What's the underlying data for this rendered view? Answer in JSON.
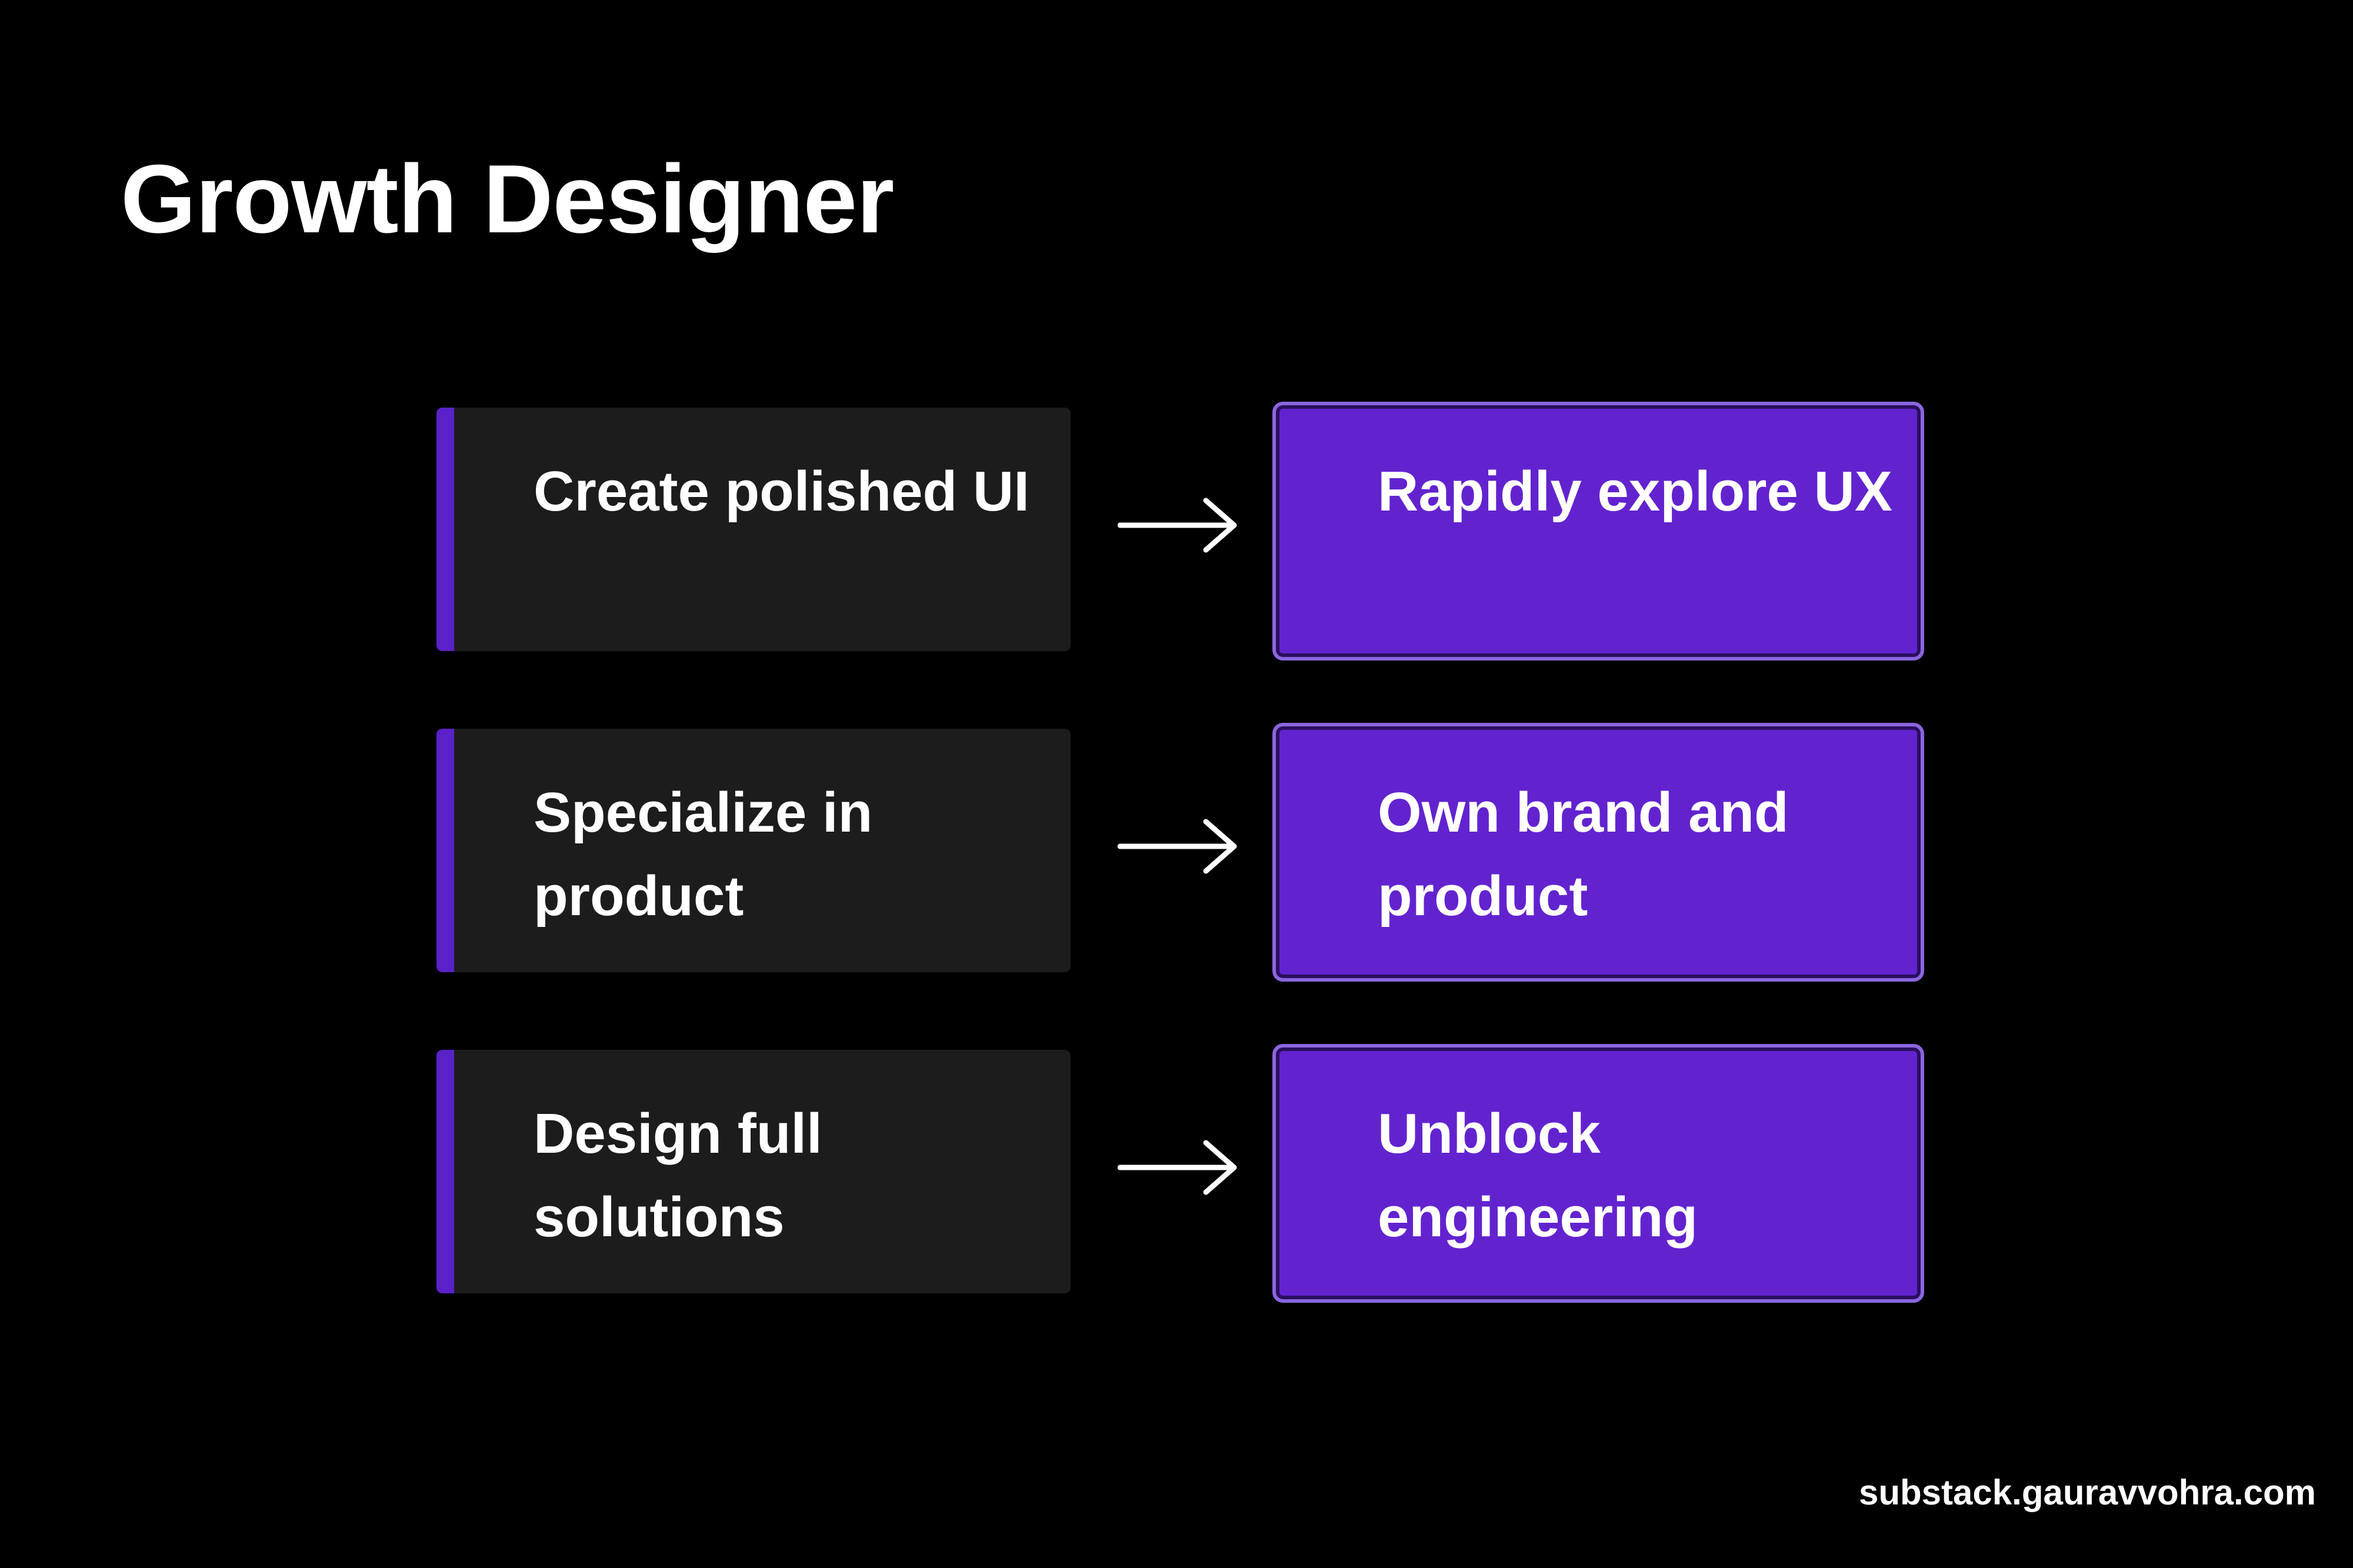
{
  "title": "Growth Designer",
  "colors": {
    "background": "#000000",
    "left_box": "#1c1c1c",
    "accent": "#5b21c9",
    "right_box": "#6223cf",
    "right_border": "#8a66e0",
    "text": "#ffffff"
  },
  "rows": [
    {
      "from": "Create polished UI",
      "to": "Rapidly explore UX",
      "arrow_icon": "arrow-right-icon"
    },
    {
      "from": "Specialize in product",
      "to": "Own brand and product",
      "arrow_icon": "arrow-right-icon"
    },
    {
      "from": "Design full solutions",
      "to": "Unblock engineering",
      "arrow_icon": "arrow-right-icon"
    }
  ],
  "footer": "substack.gauravvohra.com"
}
